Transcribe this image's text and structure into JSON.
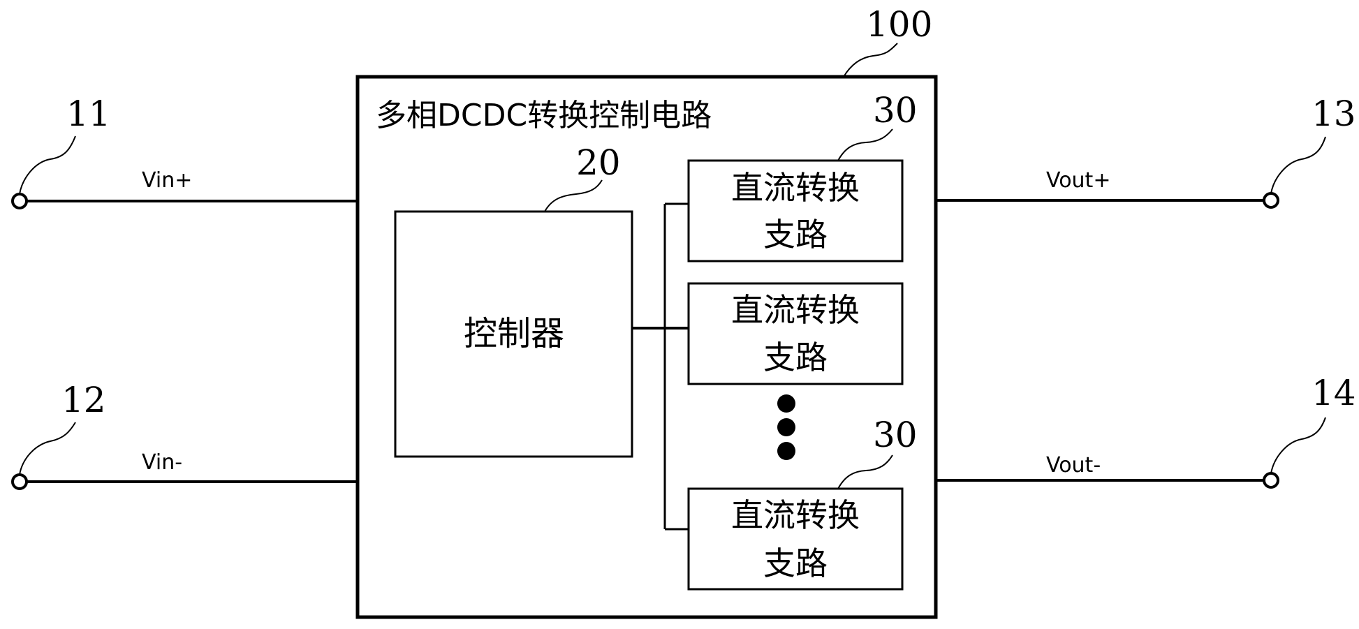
{
  "circuit": {
    "ref": "100",
    "title": "多相DCDC转换控制电路"
  },
  "controller": {
    "ref": "20",
    "label": "控制器"
  },
  "branches": {
    "top_ref": "30",
    "bottom_ref": "30",
    "line1": "直流转换",
    "line2": "支路"
  },
  "terminals": {
    "t11": {
      "ref": "11",
      "signal": "Vin+"
    },
    "t12": {
      "ref": "12",
      "signal": "Vin-"
    },
    "t13": {
      "ref": "13",
      "signal": "Vout+"
    },
    "t14": {
      "ref": "14",
      "signal": "Vout-"
    }
  }
}
